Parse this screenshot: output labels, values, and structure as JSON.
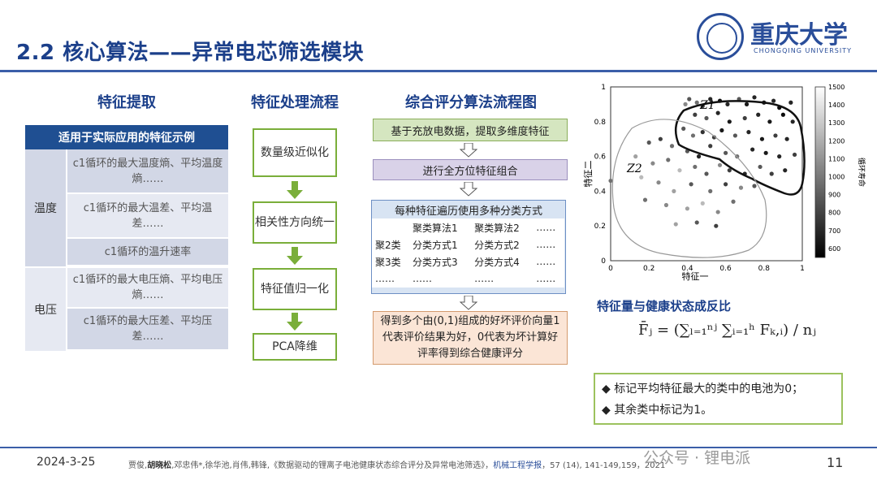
{
  "title": "2.2 核心算法——异常电芯筛选模块",
  "logo": {
    "name": "重庆大学",
    "name_en": "CHONGQING UNIVERSITY"
  },
  "sections": {
    "feature_extract": "特征提取",
    "feature_flow": "特征处理流程",
    "comprehensive": "综合评分算法流程图"
  },
  "feature_table": {
    "header": "适用于实际应用的特征示例",
    "groups": [
      {
        "name": "温度",
        "items": [
          "c1循环的最大温度熵、平均温度熵……",
          "c1循环的最大温差、平均温差……",
          "c1循环的温升速率"
        ]
      },
      {
        "name": "电压",
        "items": [
          "c1循环的最大电压熵、平均电压熵……",
          "c1循环的最大压差、平均压差……"
        ]
      }
    ]
  },
  "flow_steps": [
    "数量级近似化",
    "相关性方向统一",
    "特征值归一化",
    "PCA降维"
  ],
  "comp_flow": {
    "step1": "基于充放电数据，提取多维度特征",
    "step2": "进行全方位特征组合",
    "step3": "每种特征遍历使用多种分类方式",
    "grid": [
      [
        "",
        "聚类算法1",
        "聚类算法2",
        "……"
      ],
      [
        "聚2类",
        "分类方式1",
        "分类方式2",
        "……"
      ],
      [
        "聚3类",
        "分类方式3",
        "分类方式4",
        "……"
      ],
      [
        "……",
        "……",
        "……",
        "……"
      ]
    ],
    "step4": "得到多个由(0,1)组成的好坏评价向量1代表评价结果为好，0代表为坏计算好评率得到综合健康评分"
  },
  "chart_data": {
    "type": "scatter",
    "xlabel": "特征一",
    "ylabel": "特征二",
    "xlim": [
      0,
      1
    ],
    "ylim": [
      0,
      1
    ],
    "xticks": [
      "0",
      "0.2",
      "0.4",
      "0.6",
      "0.8",
      "1"
    ],
    "yticks": [
      "0",
      "0.2",
      "0.4",
      "0.6",
      "0.8",
      "1"
    ],
    "cluster_labels": [
      "Z1",
      "Z2"
    ],
    "colorbar": {
      "label": "循环寿命",
      "ticks": [
        "600",
        "700",
        "800",
        "900",
        "1000",
        "1100",
        "1200",
        "1300",
        "1400",
        "1500"
      ],
      "range": [
        550,
        1500
      ]
    },
    "points": [
      [
        0.39,
        0.9,
        1100
      ],
      [
        0.41,
        0.93,
        900
      ],
      [
        0.45,
        0.91,
        1000
      ],
      [
        0.48,
        0.89,
        800
      ],
      [
        0.52,
        0.93,
        700
      ],
      [
        0.57,
        0.92,
        600
      ],
      [
        0.61,
        0.9,
        700
      ],
      [
        0.67,
        0.93,
        900
      ],
      [
        0.71,
        0.9,
        650
      ],
      [
        0.75,
        0.94,
        700
      ],
      [
        0.8,
        0.91,
        650
      ],
      [
        0.85,
        0.92,
        700
      ],
      [
        0.88,
        0.88,
        600
      ],
      [
        0.94,
        0.91,
        700
      ],
      [
        0.44,
        0.84,
        800
      ],
      [
        0.5,
        0.82,
        900
      ],
      [
        0.56,
        0.85,
        700
      ],
      [
        0.62,
        0.8,
        650
      ],
      [
        0.7,
        0.82,
        800
      ],
      [
        0.77,
        0.84,
        700
      ],
      [
        0.83,
        0.8,
        650
      ],
      [
        0.9,
        0.84,
        600
      ],
      [
        0.95,
        0.8,
        700
      ],
      [
        0.38,
        0.76,
        900
      ],
      [
        0.43,
        0.72,
        1000
      ],
      [
        0.48,
        0.74,
        750
      ],
      [
        0.54,
        0.71,
        800
      ],
      [
        0.58,
        0.75,
        650
      ],
      [
        0.65,
        0.72,
        900
      ],
      [
        0.72,
        0.74,
        700
      ],
      [
        0.79,
        0.7,
        650
      ],
      [
        0.86,
        0.72,
        800
      ],
      [
        0.92,
        0.7,
        700
      ],
      [
        0.2,
        0.68,
        900
      ],
      [
        0.26,
        0.7,
        800
      ],
      [
        0.32,
        0.66,
        1000
      ],
      [
        0.4,
        0.63,
        900
      ],
      [
        0.46,
        0.6,
        700
      ],
      [
        0.52,
        0.66,
        800
      ],
      [
        0.6,
        0.62,
        900
      ],
      [
        0.66,
        0.6,
        1000
      ],
      [
        0.74,
        0.64,
        700
      ],
      [
        0.81,
        0.62,
        650
      ],
      [
        0.88,
        0.6,
        700
      ],
      [
        0.96,
        0.61,
        800
      ],
      [
        0.13,
        0.6,
        1200
      ],
      [
        0.22,
        0.56,
        1100
      ],
      [
        0.3,
        0.58,
        1000
      ],
      [
        0.36,
        0.52,
        1300
      ],
      [
        0.44,
        0.54,
        1000
      ],
      [
        0.5,
        0.5,
        900
      ],
      [
        0.57,
        0.55,
        1100
      ],
      [
        0.62,
        0.52,
        800
      ],
      [
        0.7,
        0.5,
        700
      ],
      [
        0.78,
        0.54,
        900
      ],
      [
        0.84,
        0.5,
        800
      ],
      [
        0.91,
        0.52,
        700
      ],
      [
        0.0,
        0.46,
        1000
      ],
      [
        0.16,
        0.48,
        1300
      ],
      [
        0.25,
        0.45,
        1100
      ],
      [
        0.33,
        0.4,
        1200
      ],
      [
        0.42,
        0.44,
        900
      ],
      [
        0.52,
        0.4,
        1000
      ],
      [
        0.6,
        0.44,
        800
      ],
      [
        0.68,
        0.42,
        1100
      ],
      [
        0.75,
        0.43,
        900
      ],
      [
        0.18,
        0.35,
        1000
      ],
      [
        0.29,
        0.32,
        1100
      ],
      [
        0.4,
        0.3,
        1200
      ],
      [
        0.48,
        0.33,
        1300
      ],
      [
        0.56,
        0.28,
        1100
      ],
      [
        0.64,
        0.34,
        1000
      ],
      [
        0.34,
        0.21,
        1200
      ],
      [
        0.45,
        0.22,
        900
      ],
      [
        0.55,
        0.2,
        800
      ]
    ]
  },
  "inverse_title": "特征量与健康状态成反比",
  "formula": "F̄ⱼ = (∑ₗ₌₁ⁿʲ ∑ᵢ₌₁ʰ Fₖ,ᵢ) / nⱼ",
  "notes": [
    "◆ 标记平均特征最大的类中的电池为0；",
    "◆ 其余类中标记为1。"
  ],
  "footer": {
    "date": "2024-3-25",
    "ref_authors": "贾俊,",
    "ref_bold": "胡晓松",
    "ref_rest": ",邓忠伟*,徐华池,肖伟,韩锋,《数据驱动的锂离子电池健康状态综合评分及异常电池筛选》，",
    "ref_journal": "机械工程学报",
    "ref_tail": "，57 (14), 141-149,159，2021",
    "watermark": "公众号 · 锂电派",
    "page": "11"
  }
}
